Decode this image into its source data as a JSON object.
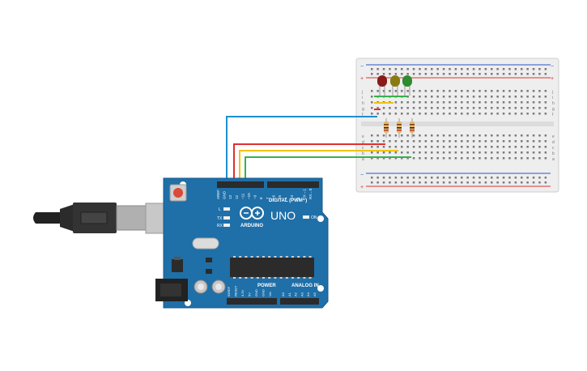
{
  "board": {
    "brand": "ARDUINO",
    "model": "UNO",
    "digital_label": "DIGITAL (PWM~)",
    "power_label": "POWER",
    "analog_label": "ANALOG IN",
    "on_label": "ON",
    "tx_label": "TX",
    "rx_label": "RX",
    "l_label": "L",
    "top_pins": [
      "AREF",
      "GND",
      "13",
      "12",
      "~11",
      "~10",
      "~9",
      "8",
      "7",
      "~6",
      "~5",
      "4",
      "~3",
      "2",
      "TX→1",
      "RX←0"
    ],
    "power_pins": [
      "IOREF",
      "RESET",
      "3.3V",
      "5V",
      "GND",
      "GND",
      "Vin"
    ],
    "analog_pins": [
      "A0",
      "A1",
      "A2",
      "A3",
      "A4",
      "A5"
    ]
  },
  "breadboard": {
    "row_letters_top": [
      "j",
      "i",
      "h",
      "g",
      "f"
    ],
    "row_letters_bottom": [
      "e",
      "d",
      "c",
      "b",
      "a"
    ],
    "rail_plus": "+",
    "rail_minus": "−"
  },
  "leds": [
    {
      "name": "led-red",
      "color": "#8b1a1a"
    },
    {
      "name": "led-yellow",
      "color": "#8a7a12"
    },
    {
      "name": "led-green",
      "color": "#2e8b2e"
    }
  ],
  "wires": {
    "blue": "#1e8fd0",
    "red": "#e03030",
    "yellow": "#f1c40f",
    "green": "#37b24d"
  },
  "colors": {
    "board": "#1f6fa8",
    "breadboard": "#eeeeee",
    "header": "#2b2b2b"
  }
}
